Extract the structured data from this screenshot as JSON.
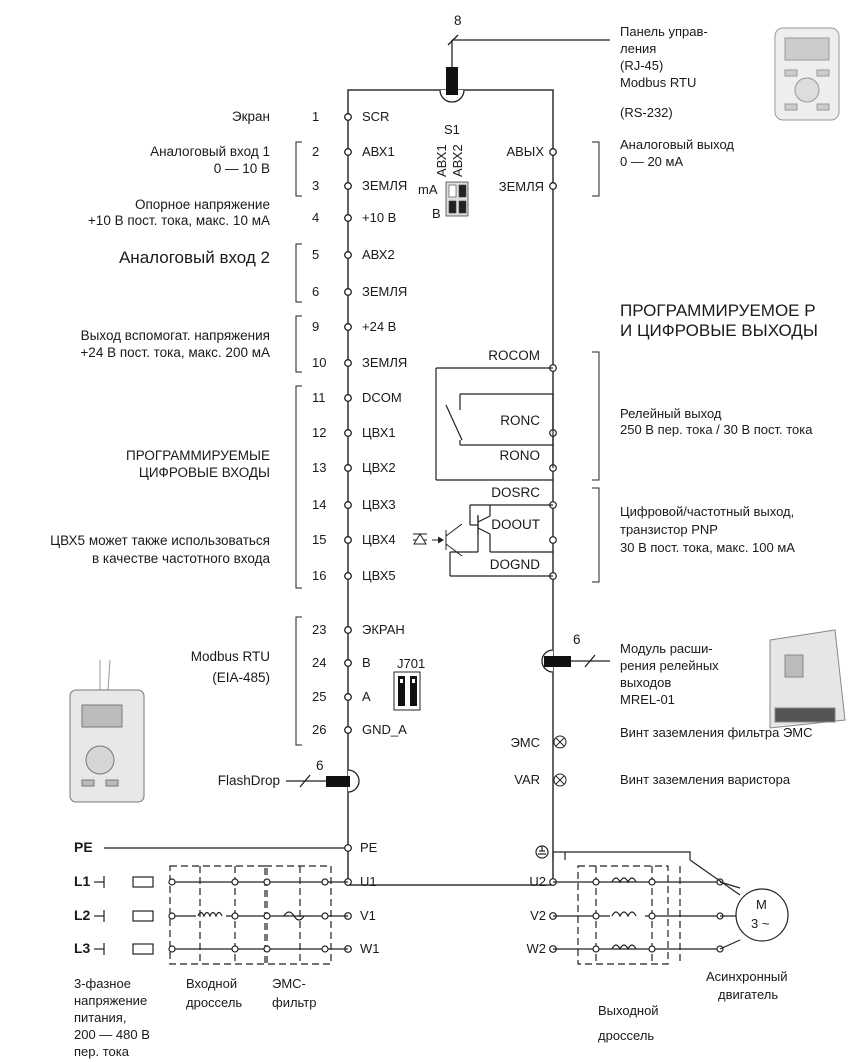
{
  "callouts": {
    "top_cable": "8",
    "mrel_cable": "6",
    "flashdrop_cable": "6"
  },
  "left_labels": {
    "screen": "Экран",
    "ai1": [
      "Аналоговый вход 1",
      "0 — 10 В"
    ],
    "ref": [
      "Опорное напряжение",
      "+10 В пост. тока, макс. 10 мА"
    ],
    "ai2": "Аналоговый вход 2",
    "aux": [
      "Выход вспомогат. напряжения",
      "+24 В пост. тока, макс. 200 мА"
    ],
    "di": [
      "ПРОГРАММИРУЕМЫЕ",
      "ЦИФРОВЫЕ ВХОДЫ"
    ],
    "di5": [
      "ЦВХ5 может также использоваться",
      "в качестве частотного входа"
    ],
    "modbus": [
      "Modbus RTU",
      "(EIA-485)"
    ],
    "flashdrop": "FlashDrop"
  },
  "terminals": [
    {
      "num": "1",
      "name": "SCR"
    },
    {
      "num": "2",
      "name": "АВХ1"
    },
    {
      "num": "3",
      "name": "ЗЕМЛЯ"
    },
    {
      "num": "4",
      "name": "+10 В"
    },
    {
      "num": "5",
      "name": "АВХ2"
    },
    {
      "num": "6",
      "name": "ЗЕМЛЯ"
    },
    {
      "num": "9",
      "name": "+24 В"
    },
    {
      "num": "10",
      "name": "ЗЕМЛЯ"
    },
    {
      "num": "11",
      "name": "DCOM"
    },
    {
      "num": "12",
      "name": "ЦВХ1"
    },
    {
      "num": "13",
      "name": "ЦВХ2"
    },
    {
      "num": "14",
      "name": "ЦВХ3"
    },
    {
      "num": "15",
      "name": "ЦВХ4"
    },
    {
      "num": "16",
      "name": "ЦВХ5"
    },
    {
      "num": "23",
      "name": "ЭКРАН"
    },
    {
      "num": "24",
      "name": "B"
    },
    {
      "num": "25",
      "name": "A"
    },
    {
      "num": "26",
      "name": "GND_A"
    }
  ],
  "switches": {
    "s1": "S1",
    "s1_ai1": "АВХ1",
    "s1_ai2": "АВХ2",
    "s1_ma": "mA",
    "s1_v": "В",
    "j701": "J701"
  },
  "right_terminals": {
    "ao": "АВЫХ",
    "ao_gnd": "ЗЕМЛЯ",
    "rocom": "ROCOM",
    "ronc": "RONC",
    "rono": "RONO",
    "dosrc": "DOSRC",
    "doout": "DOOUT",
    "dognd": "DOGND",
    "emc": "ЭМС",
    "var": "VAR"
  },
  "right_labels": {
    "panel": [
      "Панель управ-",
      "ления",
      "(RJ-45)",
      "Modbus RTU",
      "(RS-232)"
    ],
    "ao": [
      "Аналоговый выход",
      "0 — 20 мА"
    ],
    "prog_outputs": [
      "ПРОГРАММИРУЕМОЕ Р",
      "И ЦИФРОВЫЕ ВЫХОДЫ"
    ],
    "relay": [
      "Релейный выход",
      "250 В пер. тока / 30 В пост. тока"
    ],
    "do": [
      "Цифровой/частотный выход,",
      "транзистор PNP",
      "30 В пост. тока, макс. 100 мА"
    ],
    "mrel": [
      "Модуль расши-",
      "рения релейных",
      "выходов",
      "MREL-01"
    ],
    "emc_screw": "Винт заземления фильтра ЭМС",
    "var_screw": "Винт заземления варистора"
  },
  "power": {
    "pe": "PE",
    "l1": "L1",
    "l2": "L2",
    "l3": "L3",
    "pe_t": "PE",
    "u1": "U1",
    "v1": "V1",
    "w1": "W1",
    "u2": "U2",
    "v2": "V2",
    "w2": "W2",
    "motor_m": "M",
    "motor_3": "3 ~"
  },
  "bottom_labels": {
    "supply": [
      "3-фазное",
      "напряжение",
      "питания,",
      "200 — 480 В",
      "пер. тока"
    ],
    "input_choke": [
      "Входной",
      "дроссель"
    ],
    "emc_filter": [
      "ЭМС-",
      "фильтр"
    ],
    "output_choke": [
      "Выходной",
      "дроссель"
    ],
    "motor": [
      "Асинхронный",
      "двигатель"
    ]
  },
  "icons": [
    "control-panel-device-icon",
    "mrel-module-icon",
    "flashdrop-tool-icon",
    "ground-symbol-icon",
    "optocoupler-icon",
    "relay-contact-icon",
    "transistor-icon",
    "choke-coil-icon",
    "filter-wave-icon"
  ]
}
